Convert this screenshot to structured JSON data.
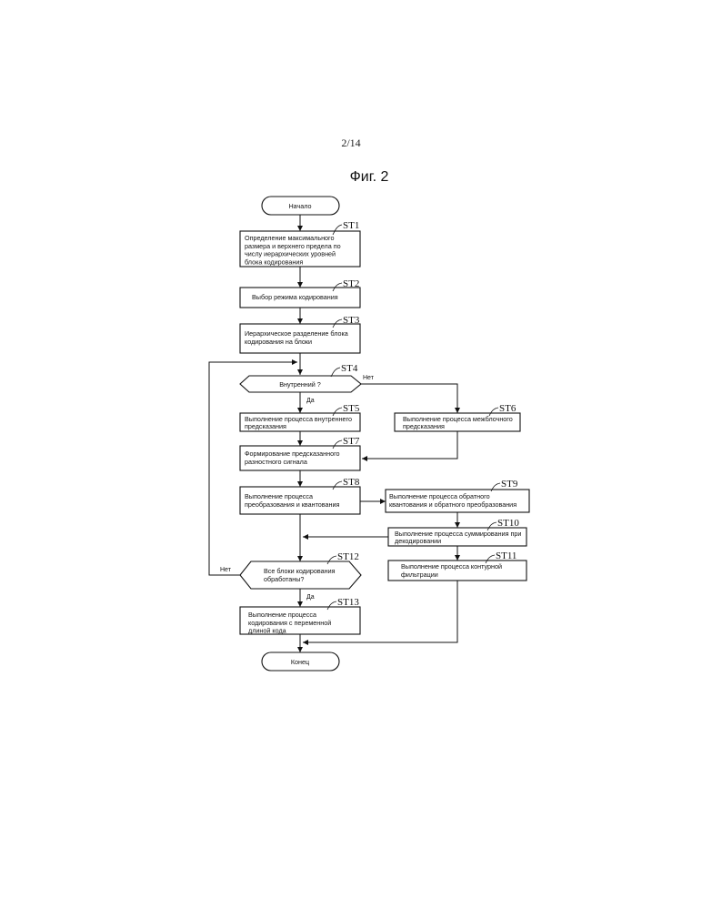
{
  "page_number": "2/14",
  "figure_title": "Фиг. 2",
  "nodes": {
    "start": {
      "text": [
        "Начало"
      ]
    },
    "st1": {
      "label": "ST1",
      "text": [
        "Определение максимального",
        "размера и верхнего предела по",
        "числу иерархических уровней",
        "блока кодирования"
      ]
    },
    "st2": {
      "label": "ST2",
      "text": [
        "Выбор режима кодирования"
      ]
    },
    "st3": {
      "label": "ST3",
      "text": [
        "Иерархическое разделение блока",
        "кодирования на блоки"
      ]
    },
    "st4": {
      "label": "ST4",
      "text": [
        "Внутренний ?"
      ]
    },
    "st5": {
      "label": "ST5",
      "text": [
        "Выполнение процесса внутреннего",
        "предсказания"
      ]
    },
    "st6": {
      "label": "ST6",
      "text": [
        "Выполнение процесса межблочного",
        "предсказания"
      ]
    },
    "st7": {
      "label": "ST7",
      "text": [
        "Формирование предсказанного",
        "разностного сигнала"
      ]
    },
    "st8": {
      "label": "ST8",
      "text": [
        "Выполнение процесса",
        "преобразования и квантования"
      ]
    },
    "st9": {
      "label": "ST9",
      "text": [
        "Выполнение процесса обратного",
        "квантования и обратного преобразования"
      ]
    },
    "st10": {
      "label": "ST10",
      "text": [
        "Выполнение процесса суммирования при",
        "декодировании"
      ]
    },
    "st11": {
      "label": "ST11",
      "text": [
        "Выполнение процесса контурной",
        "фильтрации"
      ]
    },
    "st12": {
      "label": "ST12",
      "text": [
        "Все блоки кодирования",
        "обработаны?"
      ]
    },
    "st13": {
      "label": "ST13",
      "text": [
        "Выполнение процесса",
        "кодирования с переменной",
        "длиной кода"
      ]
    },
    "end": {
      "text": [
        "Конец"
      ]
    }
  },
  "branches": {
    "st4_yes": "Да",
    "st4_no": "Нет",
    "st12_yes": "Да",
    "st12_no": "Нет"
  }
}
